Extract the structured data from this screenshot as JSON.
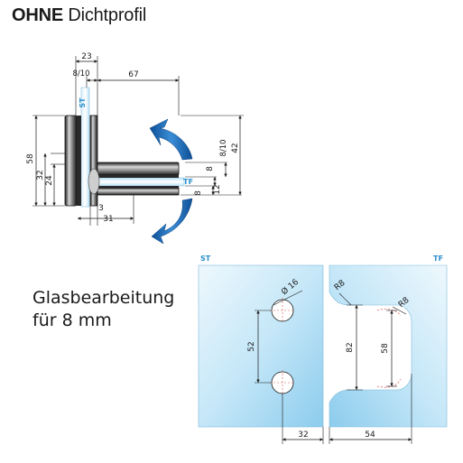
{
  "title": {
    "bold": "OHNE",
    "rest": "Dichtprofil"
  },
  "glass_processing": {
    "line1": "Glasbearbeitung",
    "line2": "für 8 mm"
  },
  "top_drawing": {
    "labels": {
      "st": "ST",
      "tf": "TF"
    },
    "dims": {
      "d23": "23",
      "d8_10_top": "8/10",
      "d67": "67",
      "d58": "58",
      "d32": "32",
      "d24": "24",
      "d3": "3",
      "d31": "31",
      "d8_10_right": "8/10",
      "d42": "42",
      "d8a": "8",
      "d12": "12",
      "d8b": "8"
    }
  },
  "bottom_drawing": {
    "labels": {
      "st": "ST",
      "tf": "TF"
    },
    "dims": {
      "diameter": "Ø 16",
      "r8_left": "R8",
      "r8_right": "R8",
      "d52": "52",
      "d82": "82",
      "d58": "58",
      "d32": "32",
      "d54": "54"
    }
  },
  "colors": {
    "glass_light": "#e8f5fc",
    "glass_mid": "#b9e1f6",
    "glass_dark": "#8ccced",
    "arrow_blue": "#1a6fbf",
    "label_blue": "#2a90cf",
    "hole_red": "#d9534f",
    "metal_dark": "#1f1f1f",
    "metal_light": "#c9c9c9"
  }
}
